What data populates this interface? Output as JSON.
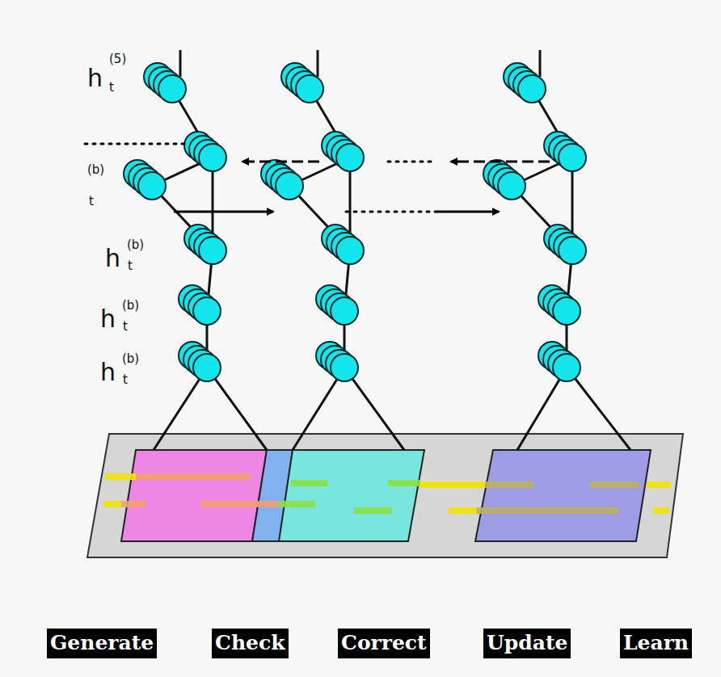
{
  "diagram": {
    "nodes": [
      {
        "text": [
          "Generate"
        ]
      },
      {
        "text": [
          "Check"
        ]
      },
      {
        "text": [
          "Correct"
        ]
      },
      {
        "text": [
          "Update"
        ]
      },
      {
        "text": [
          "Learn"
        ]
      }
    ],
    "labels": [
      "h",
      "(5)",
      "t",
      "(b)",
      "t",
      "h",
      "(b)",
      "t",
      "h",
      "(b)",
      "t",
      "h",
      "(b)",
      "t"
    ]
  }
}
